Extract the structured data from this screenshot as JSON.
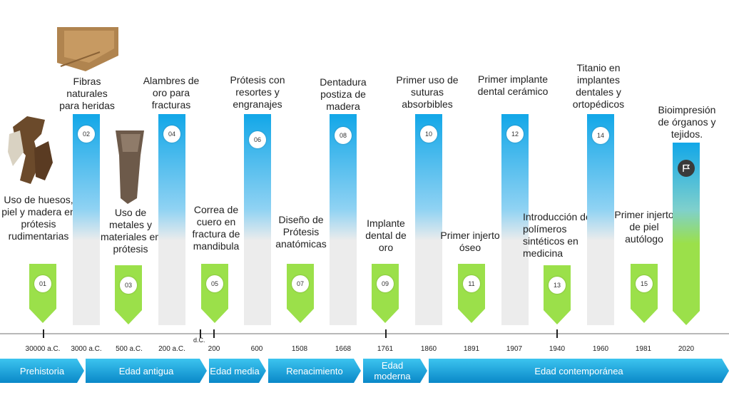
{
  "events": [
    {
      "num": "01",
      "text": "Uso de huesos, piel y madera en prótesis rudimentarias"
    },
    {
      "num": "02",
      "text": "Fibras naturales para heridas"
    },
    {
      "num": "03",
      "text": "Uso de metales y materiales en prótesis"
    },
    {
      "num": "04",
      "text": "Alambres de oro para fracturas"
    },
    {
      "num": "05",
      "text": "Correa de cuero en fractura de mandibula"
    },
    {
      "num": "06",
      "text": "Prótesis con resortes y engranajes"
    },
    {
      "num": "07",
      "text": "Diseño de Prótesis anatómicas"
    },
    {
      "num": "08",
      "text": "Dentadura postiza de madera"
    },
    {
      "num": "09",
      "text": "Implante dental de oro"
    },
    {
      "num": "10",
      "text": "Primer uso de suturas absorbibles"
    },
    {
      "num": "11",
      "text": "Primer injerto óseo"
    },
    {
      "num": "12",
      "text": "Primer implante dental cerámico"
    },
    {
      "num": "13",
      "text": "Introducción de polímeros sintéticos en medicina"
    },
    {
      "num": "14",
      "text": "Titanio en implantes dentales y ortopédicos"
    },
    {
      "num": "15",
      "text": "Primer injerto de piel autólogo"
    },
    {
      "num": "",
      "text": "Bioimpresión de órganos y tejidos."
    }
  ],
  "years": [
    "30000 a.C.",
    "3000 a.C.",
    "500 a.C.",
    "200 a.C.",
    "200",
    "600",
    "1508",
    "1668",
    "1761",
    "1860",
    "1891",
    "1907",
    "1940",
    "1960",
    "1981",
    "2020"
  ],
  "dc_label": "d.C.",
  "eras": [
    "Prehistoria",
    "Edad antigua",
    "Edad media",
    "Renacimiento",
    "Edad moderna",
    "Edad contemporánea"
  ],
  "icons": [
    "bone-prosthesis-image",
    "natural-fiber-image",
    "leather-leg-prosthesis-image",
    "flag-icon"
  ],
  "colors": {
    "blue": "#12a7e8",
    "green": "#9be04a",
    "gray": "#ececec",
    "era": "#0a88c8"
  }
}
